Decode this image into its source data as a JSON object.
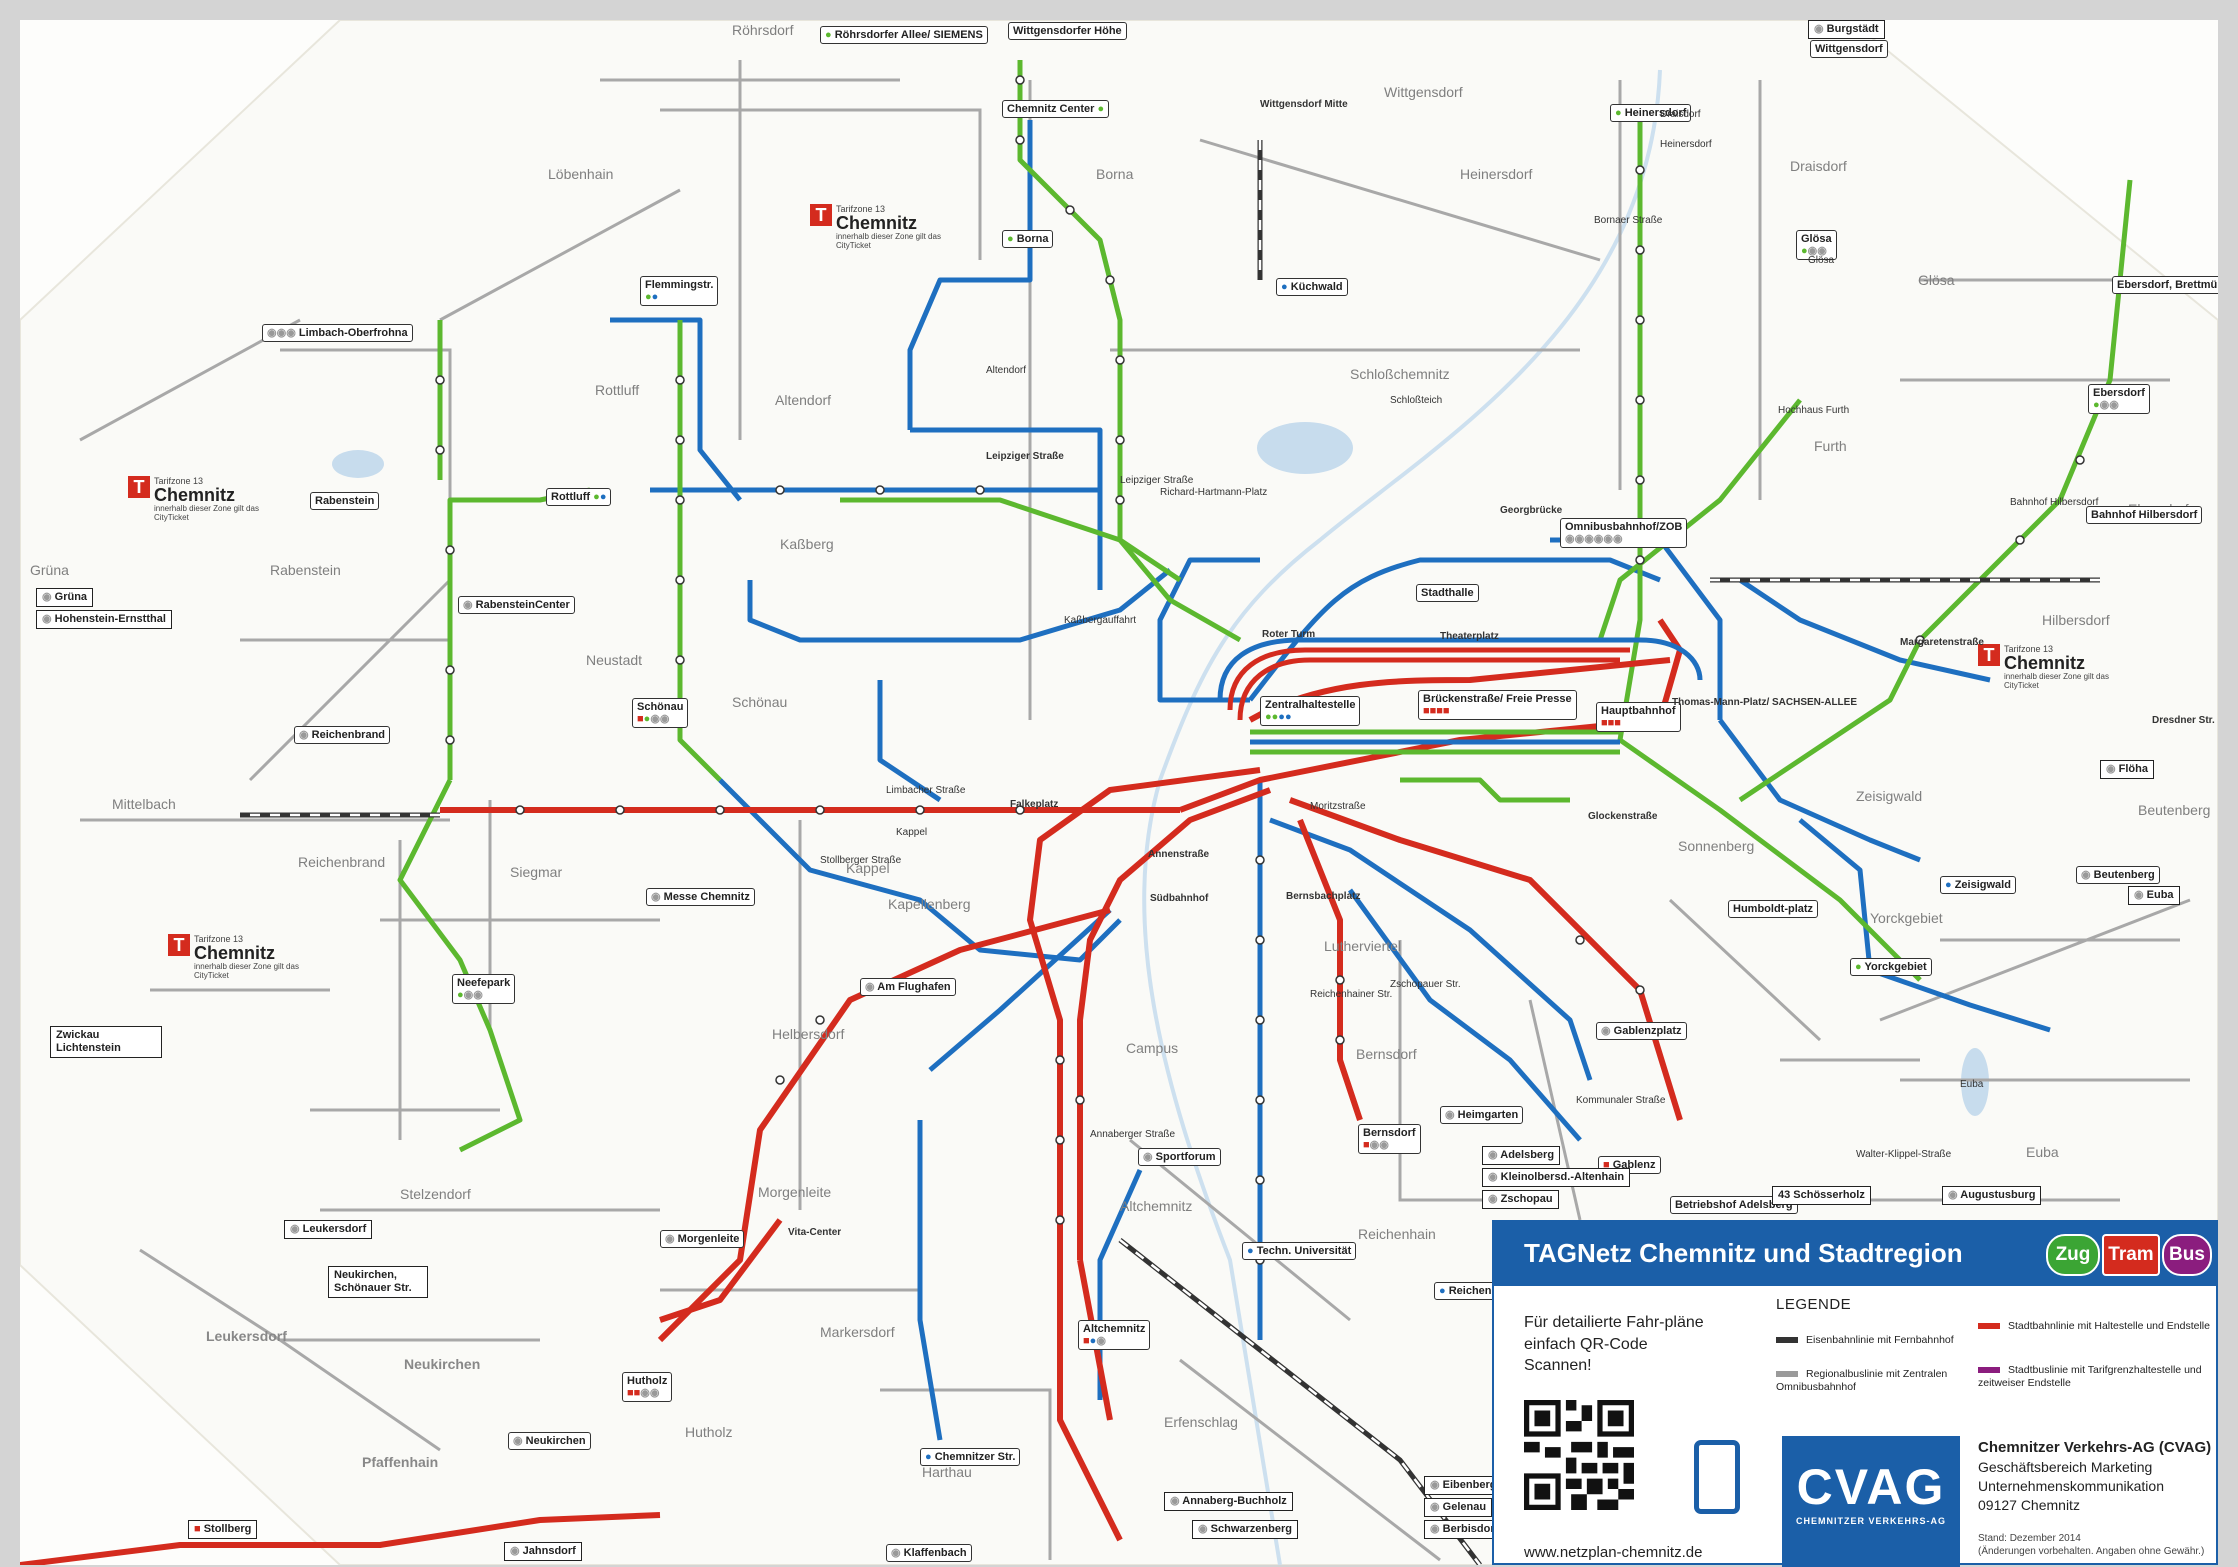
{
  "title": "TAGNetz Chemnitz und Stadtregion",
  "modes": [
    {
      "label": "Zug",
      "color": "#3ba534"
    },
    {
      "label": "Tram",
      "color": "#d42b1e"
    },
    {
      "label": "Bus",
      "color": "#8b1d7e"
    }
  ],
  "colors": {
    "tram": "#d42b1e",
    "citybahn_green": "#5cb82f",
    "bus_blue": "#1e6fc0",
    "regional_bus": "#9a9a9a",
    "brand_blue": "#1b5fa8",
    "background": "#fdfdfb",
    "frame": "#d4d4d4"
  },
  "districts": [
    "Röhrsdorf",
    "Löbenhain",
    "Borna",
    "Wittgensdorf",
    "Heinersdorf",
    "Draisdorf",
    "Glösa",
    "Rottluff",
    "Altendorf",
    "Schloßchemnitz",
    "Furth",
    "Ebersdorf",
    "Grüna",
    "Rabenstein",
    "Kaßberg",
    "Hilbersdorf",
    "Neustadt",
    "Schönau",
    "Mittelbach",
    "Reichenbrand",
    "Siegmar",
    "Kappel",
    "Kapellenberg",
    "Zeisigwald",
    "Beutenberg",
    "Sonnenberg",
    "Yorckgebiet",
    "Lutherviertel",
    "Helbersdorf",
    "Campus",
    "Bernsdorf",
    "Morgenleite",
    "Altchemnitz",
    "Reichenhain",
    "Stelzendorf",
    "Markersdorf",
    "Erfenschlag",
    "Hutholz",
    "Harthau",
    "Euba",
    "Leukersdorf",
    "Neukirchen",
    "Pfaffenhain"
  ],
  "hubs": [
    "Röhrsdorfer Allee/ SIEMENS",
    "Wittgensdorfer Höhe",
    "Chemnitz Center",
    "Heinersdorf",
    "Borna",
    "Flemmingstr.",
    "Küchwald",
    "Limbach-Oberfrohna",
    "Rabenstein",
    "Rottluff",
    "Omnibusbahnhof/ZOB",
    "Stadthalle",
    "RabensteinCenter",
    "Reichenbrand",
    "Schönau",
    "Zentralhaltestelle",
    "Brückenstraße/ Freie Presse",
    "Hauptbahnhof",
    "Messe Chemnitz",
    "Am Flughafen",
    "Neefepark",
    "Humboldt-platz",
    "Gablenzplatz",
    "Yorckgebiet",
    "Zeisigwald",
    "Beutenberg",
    "Ebersdorf",
    "Bahnhof Hilbersdorf",
    "Heimgarten",
    "Bernsdorf",
    "Sportforum",
    "Techn. Universität",
    "Reichenhain",
    "Gablenz",
    "Betriebshof Adelsberg",
    "Morgenleite",
    "Hutholz",
    "Altchemnitz",
    "Chemnitzer Str.",
    "Klaffenbach",
    "Neukirchen",
    "Glösa",
    "Wittgensdorf",
    "Ebersdorf, Brettmühle"
  ],
  "terminals": [
    "Burgstädt",
    "Grüna",
    "Hohenstein-Ernstthal",
    "Zwickau Lichtenstein",
    "Flöha",
    "Euba",
    "Adelsberg",
    "Kleinolbersd.-Altenhain",
    "Zschopau",
    "43 Schösserholz",
    "Augustusburg",
    "Annaberg-Buchholz",
    "Schwarzenberg",
    "Eibenberg",
    "Gelenau",
    "Berbisdorf",
    "Stollberg",
    "Jahnsdorf",
    "Leukersdorf",
    "Neukirchen, Schönauer Str."
  ],
  "tarif_zone": {
    "t": "T",
    "tarifzone": "Tarifzone 13",
    "city": "Chemnitz",
    "info": "innerhalb dieser Zone gilt das CityTicket"
  },
  "stops": [
    "Wittgensdorf Mitte",
    "Bornaer Straße",
    "Heinersdorf",
    "Draisdorf",
    "Glösa",
    "Hochhaus Furth",
    "Schloßteich",
    "Leipziger Straße",
    "Richard-Hartmann-Platz",
    "Georgbrücke",
    "Theaterplatz",
    "Roter Turm",
    "Annenstraße",
    "Südbahnhof",
    "Bernsbachplatz",
    "Reichenhainer Str.",
    "Thomas-Mann-Platz/ SACHSEN-ALLEE",
    "Glockenstraße",
    "Bahnhof Hilbersdorf",
    "Margaretenstraße",
    "Dresdner Str.",
    "Stollberger Straße",
    "Moritzstraße",
    "Falkeplatz",
    "Annaberger Straße",
    "Vita-Center",
    "Kappel",
    "Altendorf",
    "Kaßbergauffahrt",
    "Limbacher Straße",
    "Leipziger Straße",
    "Walter-Klippel-Straße",
    "Euba",
    "Zschopauer Str.",
    "Kommunaler Straße"
  ],
  "legend": {
    "qr_text": "Für detailierte Fahr-pläne einfach QR-Code Scannen!",
    "url": "www.netzplan-chemnitz.de",
    "title": "LEGENDE",
    "rows": [
      "Eisenbahnlinie mit Fernbahnhof",
      "Regionalbuslinie mit Zentralen Omnibusbahnhof",
      "Stadtbahnlinie mit Haltestelle und Endstelle",
      "Stadtbuslinie mit Tarifgrenzhaltestelle und zeitweiser Endstelle"
    ],
    "cvag_big": "CVAG",
    "cvag_small": "CHEMNITZER VERKEHRS-AG",
    "org_name": "Chemnitzer Verkehrs-AG (CVAG)",
    "org_lines": [
      "Geschäftsbereich Marketing",
      "Unternehmenskommunikation",
      "09127 Chemnitz"
    ],
    "stand": "Stand: Dezember 2014",
    "note": "(Änderungen vorbehalten. Angaben ohne Gewähr.)"
  }
}
